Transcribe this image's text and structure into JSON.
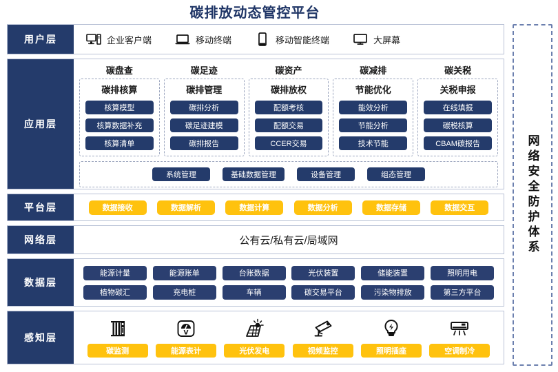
{
  "title": "碳排放动态管控平台",
  "security_panel": {
    "label": "网络安全防护体系"
  },
  "layers": {
    "user": {
      "label": "用户层",
      "items": [
        {
          "icon": "desktop-tower-icon",
          "label": "企业客户端"
        },
        {
          "icon": "laptop-icon",
          "label": "移动终端"
        },
        {
          "icon": "smartphone-icon",
          "label": "移动智能终端"
        },
        {
          "icon": "monitor-icon",
          "label": "大屏幕"
        }
      ]
    },
    "application": {
      "label": "应用层",
      "columns": [
        {
          "title": "碳盘查",
          "box_title": "碳排核算",
          "items": [
            "核算模型",
            "核算数据补充",
            "核算清单"
          ]
        },
        {
          "title": "碳足迹",
          "box_title": "碳排管理",
          "items": [
            "碳排分析",
            "碳足迹建模",
            "碳排报告"
          ]
        },
        {
          "title": "碳资产",
          "box_title": "碳排放权",
          "items": [
            "配额考核",
            "配额交易",
            "CCER交易"
          ]
        },
        {
          "title": "碳减排",
          "box_title": "节能优化",
          "items": [
            "能效分析",
            "节能分析",
            "技术节能"
          ]
        },
        {
          "title": "碳关税",
          "box_title": "关税申报",
          "items": [
            "在线填报",
            "碳税核算",
            "CBAM碳报告"
          ]
        }
      ],
      "bottom_items": [
        "系统管理",
        "基础数据管理",
        "设备管理",
        "组态管理"
      ]
    },
    "platform": {
      "label": "平台层",
      "items": [
        "数据接收",
        "数据解析",
        "数据计算",
        "数据分析",
        "数据存储",
        "数据交互"
      ]
    },
    "network": {
      "label": "网络层",
      "text": "公有云/私有云/局域网"
    },
    "data": {
      "label": "数据层",
      "row1": [
        "能源计量",
        "能源账单",
        "台账数据",
        "光伏装置",
        "储能装置",
        "照明用电"
      ],
      "row2": [
        "植物碳汇",
        "充电桩",
        "车辆",
        "碳交易平台",
        "污染物排放",
        "第三方平台"
      ]
    },
    "sense": {
      "label": "感知层",
      "items": [
        {
          "icon": "carbon-sensor-icon",
          "label": "碳监测"
        },
        {
          "icon": "energy-meter-icon",
          "label": "能源表计"
        },
        {
          "icon": "solar-panel-icon",
          "label": "光伏发电"
        },
        {
          "icon": "cctv-camera-icon",
          "label": "视频监控"
        },
        {
          "icon": "light-bulb-icon",
          "label": "照明插座"
        },
        {
          "icon": "air-conditioner-icon",
          "label": "空调制冷"
        }
      ]
    }
  },
  "colors": {
    "navy": "#243B6B",
    "yellow": "#FFC20E",
    "border": "#b9c2d6",
    "dashed": "#9aa4bd"
  }
}
